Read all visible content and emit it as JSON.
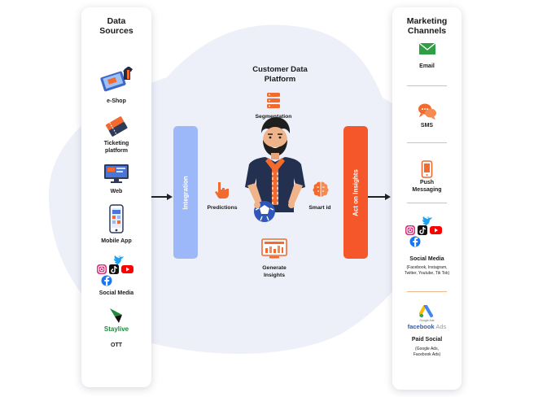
{
  "left_panel": {
    "title_line1": "Data",
    "title_line2": "Sources",
    "items": [
      {
        "icon": "eshop-icon",
        "label_line1": "e-Shop",
        "label_line2": ""
      },
      {
        "icon": "ticket-icon",
        "label_line1": "Ticketing",
        "label_line2": "platform"
      },
      {
        "icon": "web-icon",
        "label_line1": "Web",
        "label_line2": ""
      },
      {
        "icon": "mobile-app-icon",
        "label_line1": "Mobile App",
        "label_line2": ""
      },
      {
        "icon": "social-icons",
        "label_line1": "Social Media",
        "label_line2": ""
      },
      {
        "icon": "staylive-logo",
        "label_line1": "OTT",
        "label_line2": ""
      }
    ],
    "staylive_logo_text": "Staylive"
  },
  "center": {
    "title_line1": "Customer Data",
    "title_line2": "Platform",
    "integration_label": "Integration",
    "act_label": "Act on Insights",
    "segmentation": "Segmentation",
    "predictions": "Predictions",
    "smart_id": "Smart id",
    "generate_line1": "Generate",
    "generate_line2": "Insights"
  },
  "right_panel": {
    "title_line1": "Marketing",
    "title_line2": "Channels",
    "email": "Email",
    "sms": "SMS",
    "push_line1": "Push",
    "push_line2": "Messaging",
    "social_title": "Social Media",
    "social_sub_line1": "(Facebook, Instagram,",
    "social_sub_line2": "Twitter, Youtube, Tik Tok)",
    "google_ads_mini": "Google Ads",
    "facebook_ads_brand": "facebook",
    "facebook_ads_suffix": "Ads",
    "paid_title": "Paid Social",
    "paid_sub_line1": "(Google Ads,",
    "paid_sub_line2": "Facebook Ads)"
  },
  "colors": {
    "integration": "#9db8f8",
    "act": "#f5572a",
    "blob": "#eef0f9",
    "separator": "#f1b98e",
    "accent_orange": "#f26a2e"
  }
}
